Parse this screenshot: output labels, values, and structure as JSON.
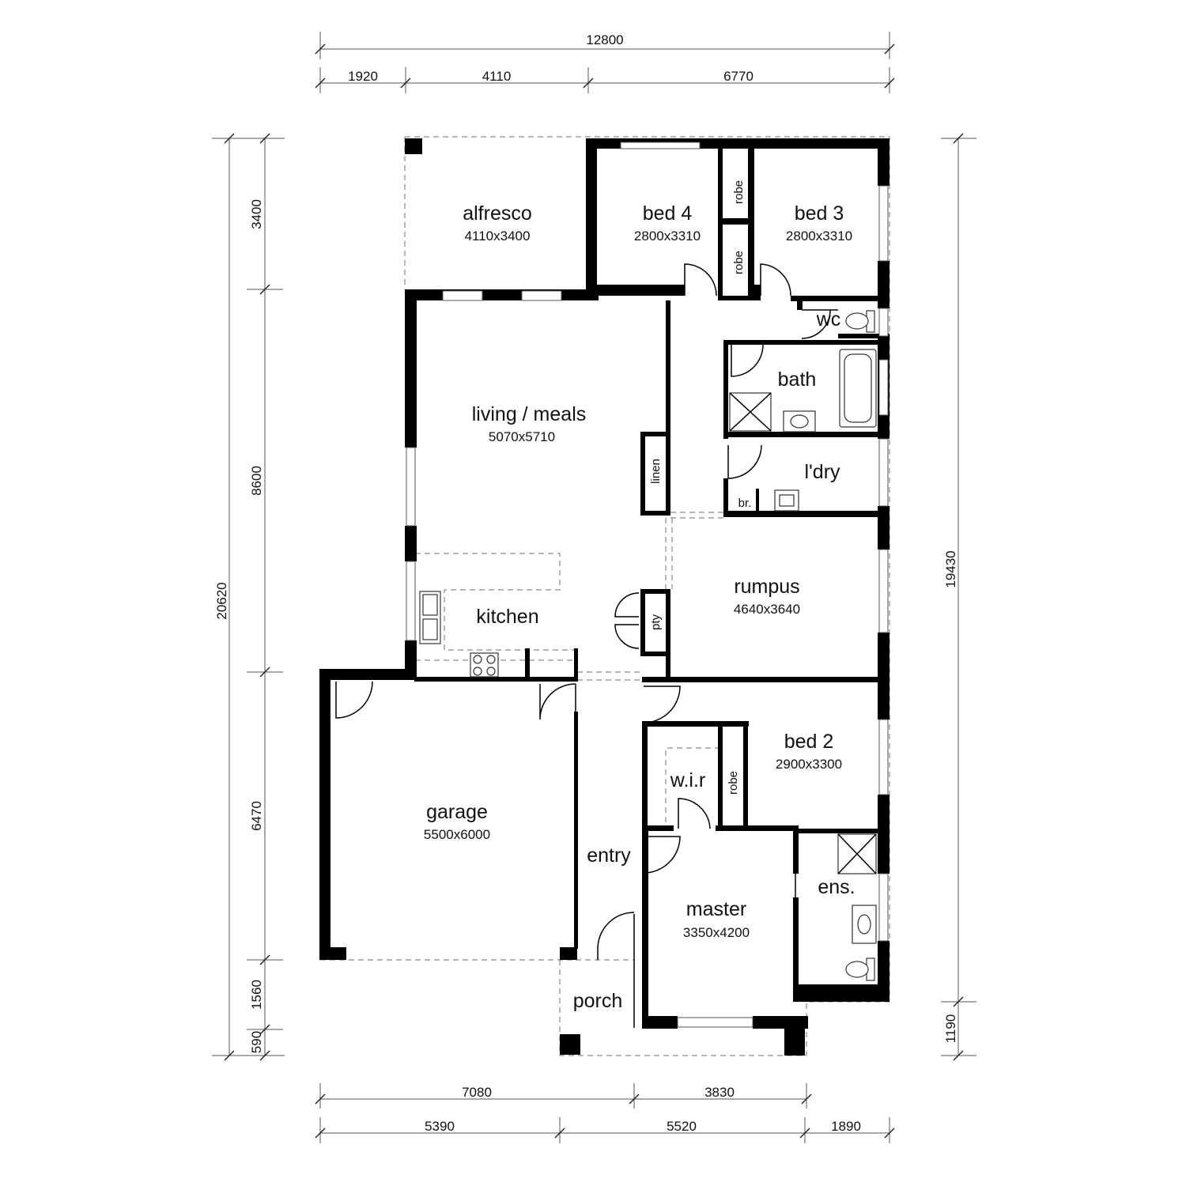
{
  "rooms": {
    "alfresco": {
      "name": "alfresco",
      "size": "4110x3400"
    },
    "bed4": {
      "name": "bed 4",
      "size": "2800x3310"
    },
    "bed3": {
      "name": "bed 3",
      "size": "2800x3310"
    },
    "robe_top1": "robe",
    "robe_top2": "robe",
    "wc": "wc",
    "bath": "bath",
    "living": {
      "name": "living / meals",
      "size": "5070x5710"
    },
    "linen": "linen",
    "ldry": "l'dry",
    "br": "br.",
    "rumpus": {
      "name": "rumpus",
      "size": "4640x3640"
    },
    "kitchen": "kitchen",
    "pty": "pty",
    "bed2": {
      "name": "bed 2",
      "size": "2900x3300"
    },
    "wir": "w.i.r",
    "robe_bed2": "robe",
    "garage": {
      "name": "garage",
      "size": "5500x6000"
    },
    "entry": "entry",
    "master": {
      "name": "master",
      "size": "3350x4200"
    },
    "ens": "ens.",
    "porch": "porch"
  },
  "dimensions": {
    "top_total": "12800",
    "top": [
      "1920",
      "4110",
      "6770"
    ],
    "left_total": "20620",
    "left": [
      "3400",
      "8600",
      "6470",
      "1560",
      "590"
    ],
    "right_total": "19430",
    "right_bottom": "1190",
    "bottom_upper": [
      "7080",
      "3830"
    ],
    "bottom_lower": [
      "5390",
      "5520",
      "1890"
    ]
  }
}
